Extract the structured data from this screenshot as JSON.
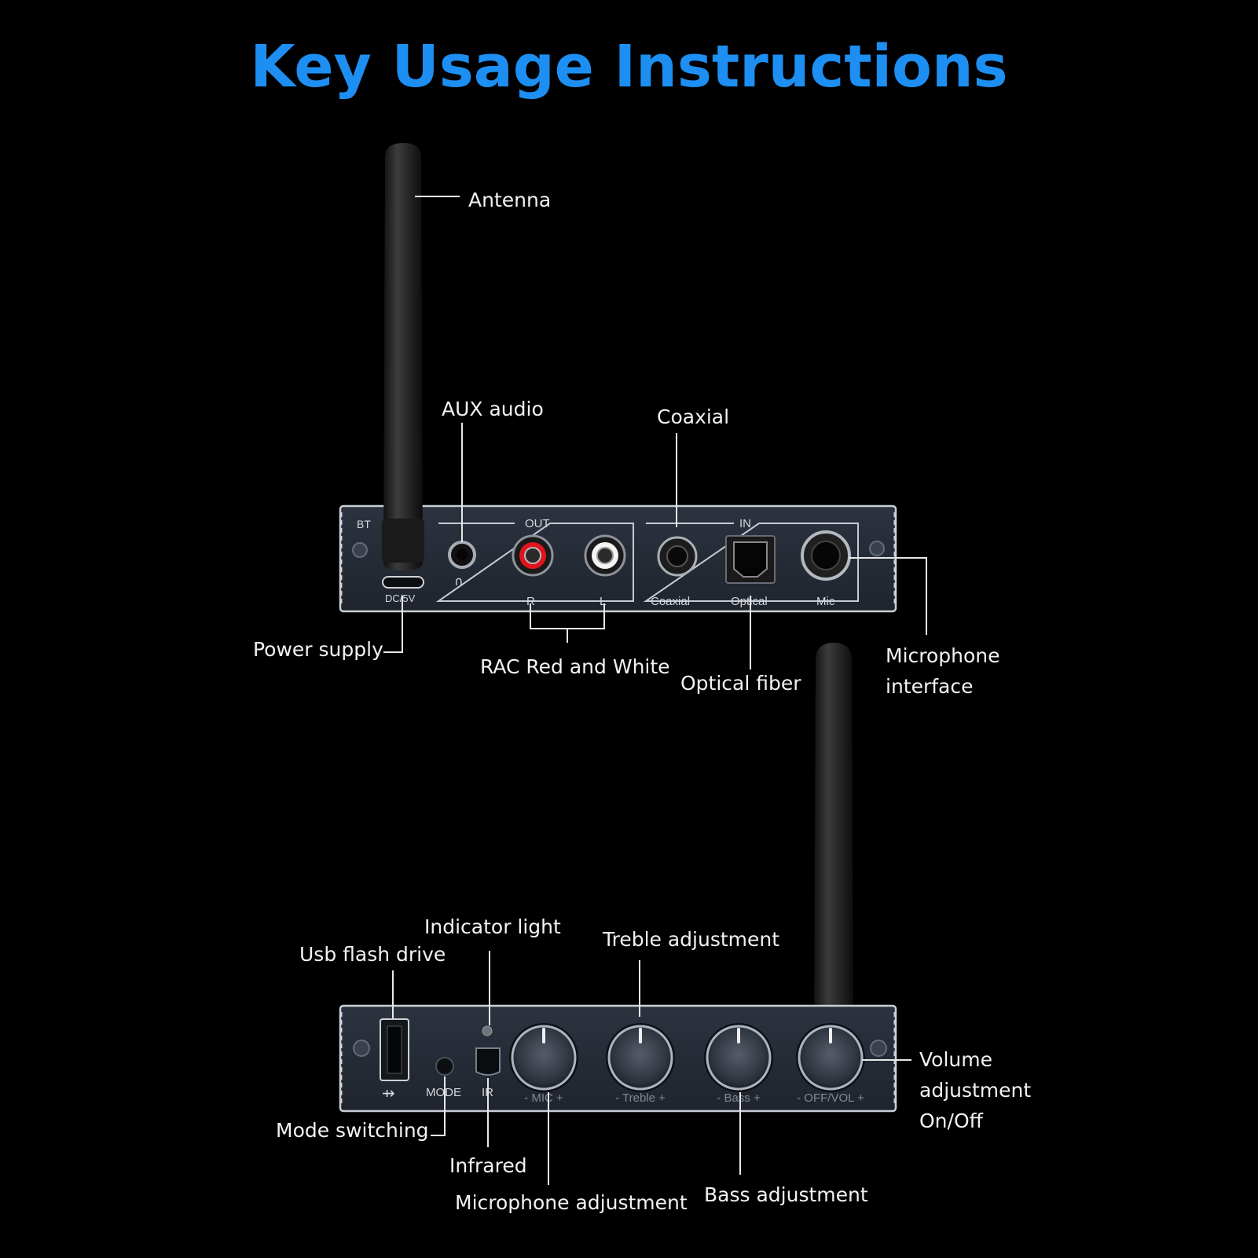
{
  "title": "Key Usage Instructions",
  "colors": {
    "title": "#1e8ff2",
    "background": "#000000",
    "panel": "#252b36",
    "label_text": "#f2f2f2",
    "rca_red": "#e0141e",
    "rca_white": "#f4f4f4"
  },
  "back_panel": {
    "section_out": "OUT",
    "section_in": "IN",
    "bt": "BT",
    "dc": "DC/5V",
    "r": "R",
    "l": "L",
    "coaxial": "Coaxial",
    "optical": "Optical",
    "mic": "Mic"
  },
  "back_callouts": {
    "antenna": "Antenna",
    "aux": "AUX audio",
    "coaxial": "Coaxial",
    "power": "Power supply",
    "rca": "RAC Red and White",
    "optical": "Optical fiber",
    "mic_line1": "Microphone",
    "mic_line2": "interface"
  },
  "front_panel": {
    "mode": "MODE",
    "ir": "IR",
    "knob_mic": "- MIC +",
    "knob_treble": "- Treble +",
    "knob_bass": "- Bass +",
    "knob_vol": "- OFF/VOL +"
  },
  "front_callouts": {
    "indicator": "Indicator light",
    "usb": "Usb flash drive",
    "treble": "Treble adjustment",
    "volume_line1": "Volume",
    "volume_line2": "adjustment",
    "volume_line3": "On/Off",
    "mode": "Mode switching",
    "infrared": "Infrared",
    "mic_adj": "Microphone adjustment",
    "bass": "Bass adjustment"
  }
}
